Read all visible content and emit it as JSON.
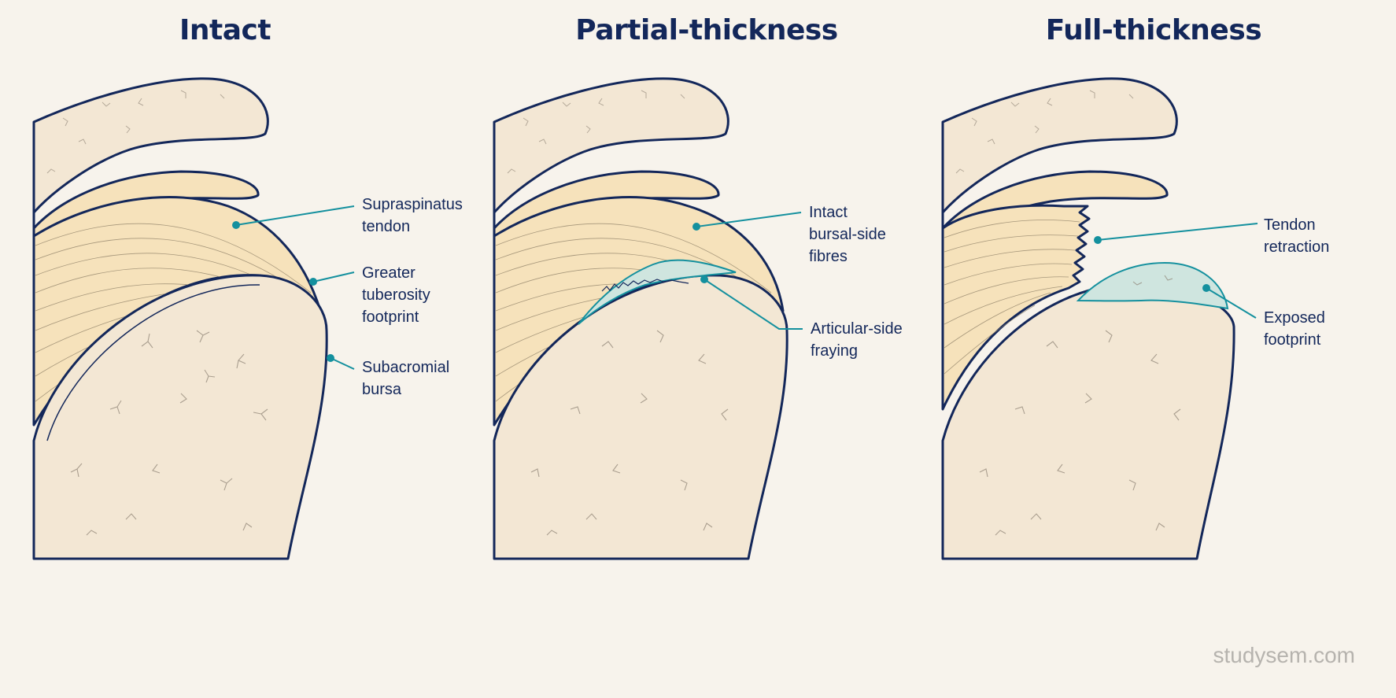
{
  "panels": [
    {
      "title": "Intact",
      "labels": [
        {
          "lines": [
            "Supraspinatus",
            "tendon"
          ]
        },
        {
          "lines": [
            "Greater",
            "tuberosity",
            "footprint"
          ]
        },
        {
          "lines": [
            "Subacromial",
            "bursa"
          ]
        }
      ]
    },
    {
      "title": "Partial-thickness",
      "labels": [
        {
          "lines": [
            "Intact",
            "bursal-side",
            "fibres"
          ]
        },
        {
          "lines": [
            "Articular-side",
            "fraying"
          ]
        }
      ]
    },
    {
      "title": "Full-thickness",
      "labels": [
        {
          "lines": [
            "Tendon",
            "retraction"
          ]
        },
        {
          "lines": [
            "Exposed",
            "footprint"
          ]
        }
      ]
    }
  ],
  "watermark": "studysem.com",
  "colors": {
    "background": "#f7f3ec",
    "bone": "#f3e7d4",
    "tendon": "#f6e2bb",
    "outline": "#13275a",
    "accent": "#14909e",
    "exposed": "#cfe5df"
  }
}
